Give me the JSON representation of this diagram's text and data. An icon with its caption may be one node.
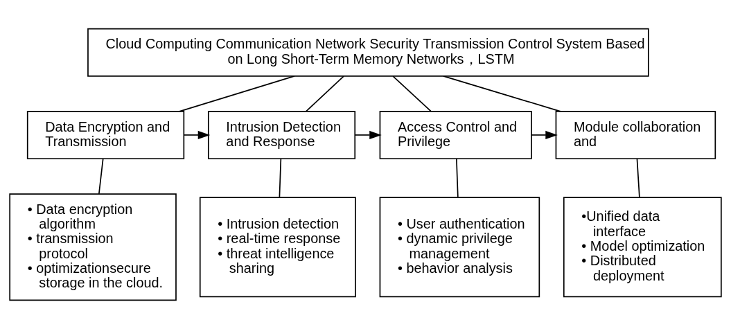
{
  "diagram": {
    "nodes": [
      {
        "text": [
          "Cloud Computing Communication Network Security Transmission Control System Based on Long Short-Term Memory Networks，LSTM"
        ]
      },
      {
        "text": [
          "Data Encryption and Transmission"
        ]
      },
      {
        "text": [
          "Intrusion Detection and Response"
        ]
      },
      {
        "text": [
          "Access Control and Privilege"
        ]
      },
      {
        "text": [
          "Module collaboration and"
        ]
      },
      {
        "text": [
          "• Data encryption algorithm",
          "• transmission protocol",
          "• optimizationsecure storage in the cloud."
        ]
      },
      {
        "text": [
          "• Intrusion detection",
          "• real-time response",
          "• threat intelligence sharing"
        ]
      },
      {
        "text": [
          "• User authentication",
          "• dynamic privilege management",
          "• behavior analysis"
        ]
      },
      {
        "text": [
          "•Unified data interface",
          "• Model optimization",
          "• Distributed deployment"
        ]
      }
    ],
    "edges": [
      {
        "from": 0,
        "to": 1,
        "arrow": "none"
      },
      {
        "from": 0,
        "to": 2,
        "arrow": "none"
      },
      {
        "from": 0,
        "to": 3,
        "arrow": "none"
      },
      {
        "from": 0,
        "to": 4,
        "arrow": "none"
      },
      {
        "from": 1,
        "to": 2,
        "arrow": "to"
      },
      {
        "from": 2,
        "to": 3,
        "arrow": "to"
      },
      {
        "from": 3,
        "to": 4,
        "arrow": "to"
      },
      {
        "from": 1,
        "to": 5,
        "arrow": "none"
      },
      {
        "from": 2,
        "to": 6,
        "arrow": "none"
      },
      {
        "from": 3,
        "to": 7,
        "arrow": "none"
      },
      {
        "from": 4,
        "to": 8,
        "arrow": "none"
      }
    ]
  }
}
